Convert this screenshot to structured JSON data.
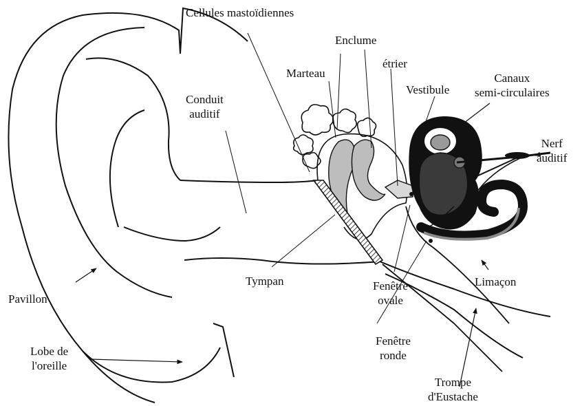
{
  "labels": {
    "cellules": "Cellules mastoïdiennes",
    "enclume": "Enclume",
    "marteau": "Marteau",
    "etrier": "étrier",
    "vestibule": "Vestibule",
    "canaux_1": "Canaux",
    "canaux_2": "semi-circulaires",
    "conduit_1": "Conduit",
    "conduit_2": "auditif",
    "nerf_1": "Nerf",
    "nerf_2": "auditif",
    "tympan": "Tympan",
    "fenetre_ovale_1": "Fenêtre",
    "fenetre_ovale_2": "ovale",
    "limacon": "Limaçon",
    "pavillon": "Pavillon",
    "lobe_1": "Lobe de",
    "lobe_2": "l'oreille",
    "fenetre_ronde_1": "Fenêtre",
    "fenetre_ronde_2": "ronde",
    "trompe_1": "Trompe",
    "trompe_2": "d'Eustache"
  },
  "colors": {
    "ink": "#111111",
    "ossicle_fill": "#bdbdbd",
    "bony_labyrinth": "#111111",
    "vestibule_fill": "#3a3a3a",
    "cochlea_inner": "#8a8a8a"
  }
}
